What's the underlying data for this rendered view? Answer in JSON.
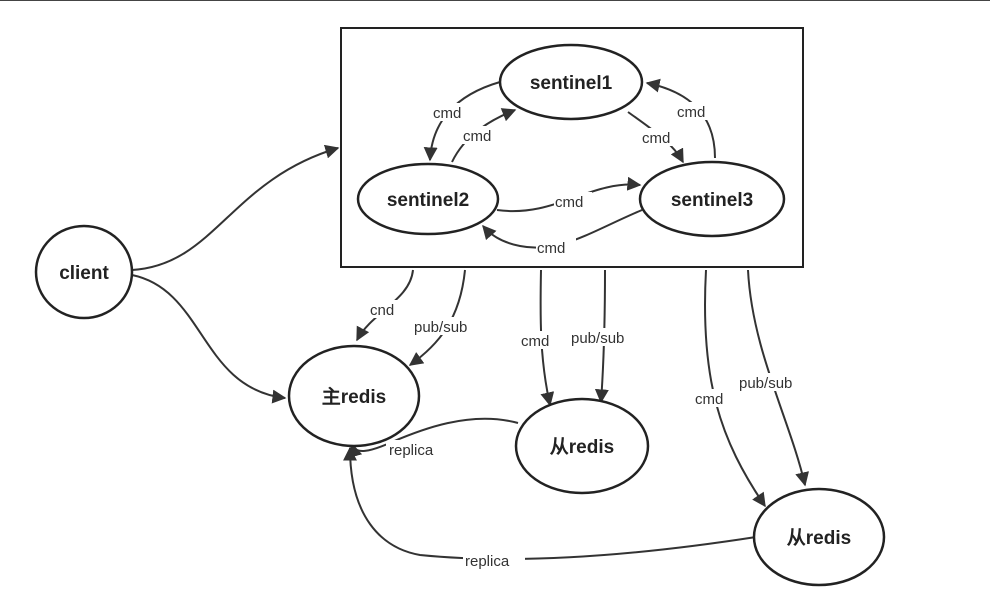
{
  "nodes": {
    "sentinel1": "sentinel1",
    "sentinel2": "sentinel2",
    "sentinel3": "sentinel3",
    "client": "client",
    "master_redis": "主redis",
    "replica_redis_1": "从redis",
    "replica_redis_2": "从redis"
  },
  "edges": {
    "s1_to_s2": "cmd",
    "s2_to_s1": "cmd",
    "s1_to_s3": "cmd",
    "s3_to_s1": "cmd",
    "s2_to_s3": "cmd",
    "s3_to_s2": "cmd",
    "box_to_master_cmd": "cnd",
    "box_to_master_pubsub": "pub/sub",
    "box_to_replica1_cmd": "cmd",
    "box_to_replica1_pubsub": "pub/sub",
    "box_to_replica2_cmd": "cmd",
    "box_to_replica2_pubsub": "pub/sub",
    "replica1_to_master": "replica",
    "replica2_to_master": "replica"
  }
}
